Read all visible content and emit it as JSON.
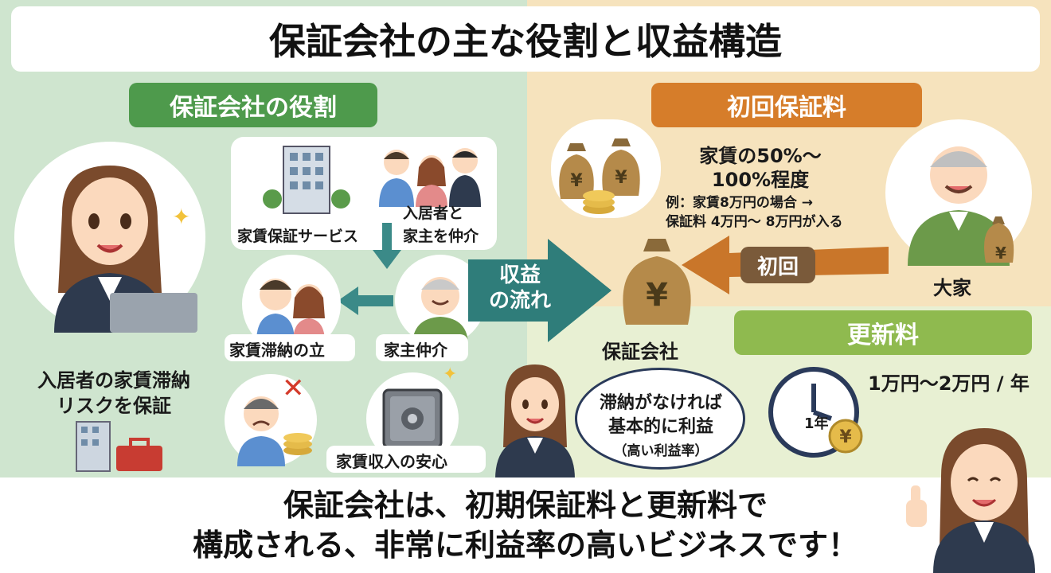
{
  "title": "保証会社の主な役割と収益構造",
  "roles": {
    "header": "保証会社の役割",
    "left_caption_line1": "入居者の家賃滞納",
    "left_caption_line2": "リスクを保証",
    "service_label": "家賃保証サービス",
    "mediate_line1": "入居者と",
    "mediate_line2": "家主を仲介",
    "arrears_label": "家賃滞納の立",
    "landlord_mediate_label": "家主仲介",
    "income_label": "家賃収入の安心"
  },
  "flow": {
    "line1": "収益",
    "line2": "の流れ"
  },
  "guarantor_label": "保証会社",
  "bubble": {
    "line1": "滞納がなければ",
    "line2": "基本的に利益",
    "line3": "（高い利益率）"
  },
  "initial_fee": {
    "header": "初回保証料",
    "rate_line1": "家賃の50%～",
    "rate_line2": "100%程度",
    "example_line1": "例：家賃8万円の場合 →",
    "example_line2": "保証料 4万円～ 8万円が入る",
    "arrow_label": "初回",
    "landlord_label": "大家"
  },
  "renewal_fee": {
    "header": "更新料",
    "amount": "1万円～2万円 / 年",
    "clock_label": "1年"
  },
  "icons": {
    "yen": "¥",
    "cross": "✕"
  },
  "summary": {
    "line1": "保証会社は、初期保証料と更新料で",
    "line2": "構成される、非常に利益率の高いビジネスです！"
  },
  "colors": {
    "green": "#4e9a4c",
    "orange": "#d67d2a",
    "lime": "#8fba4f",
    "teal": "#2f7d7a",
    "brown_arrow": "#c9762a"
  }
}
